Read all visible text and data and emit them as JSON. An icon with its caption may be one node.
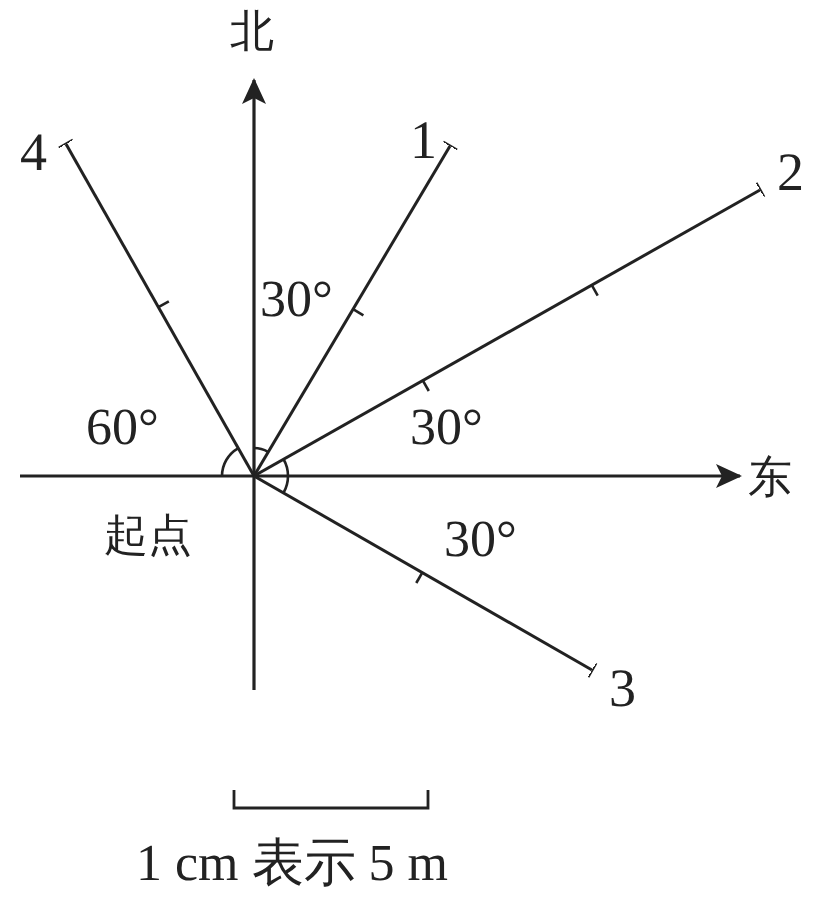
{
  "diagram": {
    "nodes": [
      {
        "text": [
          "4"
        ]
      },
      {
        "text": [
          "1"
        ]
      },
      {
        "text": [
          "2"
        ]
      },
      {
        "text": [
          "起点"
        ]
      },
      {
        "text": [
          "3"
        ]
      }
    ],
    "edges": [
      {
        "from": 3,
        "to": 0,
        "arrow": "other"
      },
      {
        "from": 3,
        "to": 1,
        "arrow": "other"
      },
      {
        "from": 3,
        "to": 2,
        "arrow": "other"
      },
      {
        "from": 3,
        "to": 4,
        "arrow": "other"
      }
    ],
    "labels": [
      "北",
      "30°",
      "60°",
      "30°",
      "东",
      "30°",
      "1 cm 表示 5 m"
    ]
  }
}
